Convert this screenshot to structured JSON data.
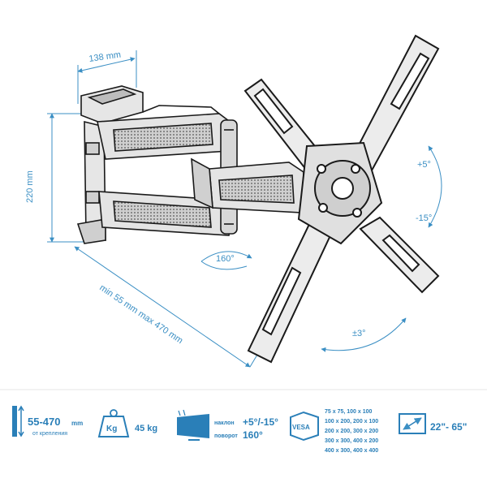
{
  "dimensions": {
    "width": "138 mm",
    "height": "220 mm",
    "extension": "min 55 mm max 470 mm",
    "swivel": "160°",
    "tilt_up": "+5°",
    "tilt_down": "-15°",
    "rotation": "±3°"
  },
  "specs": {
    "range_value": "55-470",
    "range_unit": "mm",
    "range_caption": "от крепления",
    "weight_badge": "Kg",
    "weight_value": "45 kg",
    "tilt_label": "наклон",
    "tilt_value": "+5°/-15°",
    "swivel_label": "поворот",
    "swivel_value": "160°",
    "vesa_label": "VESA",
    "vesa_lines": [
      "75 x 75, 100 x 100",
      "100 x 200, 200 x 100",
      "200 x 200, 300 x 200",
      "300 x 300, 400 x 200",
      "400 x 300, 400 x 400"
    ],
    "size_range": "22\"- 65\""
  },
  "colors": {
    "accent": "#2a7fb8",
    "dimension": "#3b8fc4",
    "line_art": "#1a1a1a",
    "metal": "#9a9a9a"
  }
}
